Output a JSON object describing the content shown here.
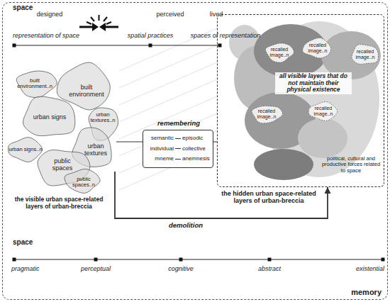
{
  "diagram": {
    "nodes": [
      {
        "text": [
          "memory"
        ]
      },
      {
        "text": [
          "built environment..n"
        ],
        "in": 0
      },
      {
        "text": [
          "built environment"
        ],
        "in": 0
      },
      {
        "text": [
          "urban signs"
        ],
        "in": 0
      },
      {
        "text": [
          "urban textures..n"
        ],
        "in": 0
      },
      {
        "text": [
          "urban signs..n"
        ],
        "in": 0
      },
      {
        "text": [
          "urban textures"
        ],
        "in": 0
      },
      {
        "text": [
          "public spaces"
        ],
        "in": 0
      },
      {
        "text": [
          "public spaces..n"
        ],
        "in": 0
      },
      {
        "text": [
          "remembering",
          "semantic",
          "episodic",
          "individual",
          "collective",
          "mneme",
          "anemnesis"
        ],
        "in": 0
      },
      {
        "text": [
          "all visible layers that do not maintain their physical existence",
          "political, cultural and productive forces related to space",
          "the hidden urban space-related layers of urban-breccia"
        ],
        "in": 0
      },
      {
        "text": [
          "recalled image..n"
        ],
        "in": 10
      },
      {
        "text": [
          "recalled image..n"
        ],
        "in": 10
      },
      {
        "text": [
          "recalled image..n"
        ],
        "in": 10
      },
      {
        "text": [
          "recalled image..n"
        ],
        "in": 10
      },
      {
        "text": [
          "recalled image..n"
        ],
        "in": 10
      }
    ],
    "edges": [
      {
        "from": 6,
        "to": 9,
        "arrow": "none"
      },
      {
        "from": 9,
        "to": 10,
        "arrow": "none"
      },
      {
        "from": 6,
        "to": 10,
        "label": "demolition",
        "arrow": "to"
      }
    ],
    "labels": [
      "space",
      "designed",
      "perceived",
      "lived",
      "representation of space",
      "spatial practices",
      "spaces of representation",
      "the visible urban space-related layers of urban-breccia",
      "space",
      "pragmatic",
      "perceptual",
      "cognitive",
      "abstract",
      "existential"
    ]
  }
}
